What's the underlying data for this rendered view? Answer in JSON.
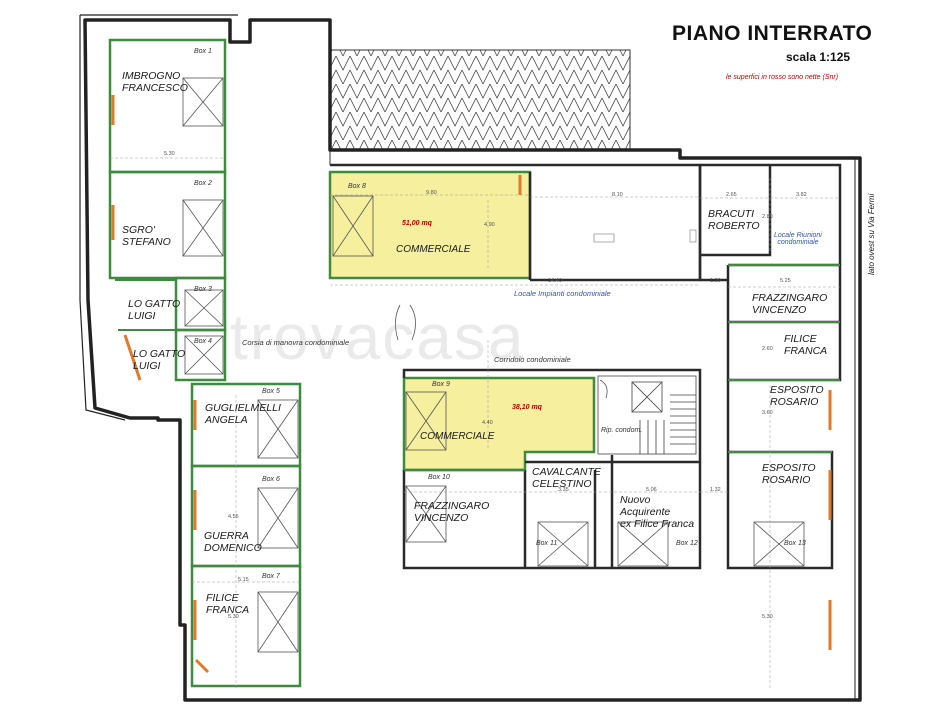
{
  "header": {
    "title": "PIANO  INTERRATO",
    "scale": "scala 1:125",
    "note": "le superfici in rosso sono nette (Snr)",
    "side_label": "lato ovest su Via Fermi"
  },
  "watermark": "trovacasa",
  "colors": {
    "wall": "#2a2a2a",
    "box_wall": "#3e8a3e",
    "commercial_fill": "#f5ef9e",
    "door_mark": "#e07a2a",
    "area_text": "#c00000"
  },
  "boxes": {
    "box1": "Box 1",
    "box2": "Box 2",
    "box3": "Box 3",
    "box4": "Box 4",
    "box5": "Box 5",
    "box6": "Box 6",
    "box7": "Box 7",
    "box8": "Box 8",
    "box9": "Box 9",
    "box10": "Box 10",
    "box11": "Box 11",
    "box12": "Box 12",
    "box13": "Box 13"
  },
  "owners": {
    "imbrogno": [
      "IMBROGNO",
      "FRANCESCO"
    ],
    "sgro": [
      "SGRO'",
      "STEFANO"
    ],
    "logatto1": [
      "LO GATTO",
      "LUIGI"
    ],
    "logatto2": [
      "LO GATTO",
      "LUIGI"
    ],
    "guglielmelli": [
      "GUGLIELMELLI",
      "ANGELA"
    ],
    "guerra": [
      "GUERRA",
      "DOMENICO"
    ],
    "filice_left": [
      "FILICE",
      "FRANCA"
    ],
    "frazz_center": [
      "FRAZZINGARO",
      "VINCENZO"
    ],
    "cavalcante": [
      "CAVALCANTE",
      "CELESTINO"
    ],
    "nuovo": [
      "Nuovo",
      "Acquirente",
      "ex Filice Franca"
    ],
    "bracuti": [
      "BRACUTI",
      "ROBERTO"
    ],
    "frazz_right": [
      "FRAZZINGARO",
      "VINCENZO"
    ],
    "filice_right": [
      "FILICE",
      "FRANCA"
    ],
    "esposito1": [
      "ESPOSITO",
      "ROSARIO"
    ],
    "esposito2": [
      "ESPOSITO",
      "ROSARIO"
    ]
  },
  "commercial": {
    "upper_label": "COMMERCIALE",
    "upper_area": "51,00 mq",
    "lower_label": "COMMERCIALE",
    "lower_area": "38,10 mq"
  },
  "common_areas": {
    "corsia": "Corsia di manovra condominiale",
    "impianti": "Locale  Impianti  condominiale",
    "corridoio": "Corridoio  condominiale",
    "riunioni": [
      "Locale  Riunioni",
      "condominiale"
    ],
    "ripostiglio": "Rip. condom."
  },
  "dimensions": {
    "d530a": "5.30",
    "d530b": "5.30",
    "d530c": "5.30",
    "d515": "5.15",
    "d980": "9.80",
    "d810": "8.10",
    "d1440": "14.40",
    "d120": "1.20",
    "d265": "2.65",
    "d382": "3.82",
    "d525": "5.25",
    "d490": "4.90",
    "d335": "3.35",
    "d506": "5.06",
    "d132": "1.32",
    "d455": "4.55",
    "d440": "4.40",
    "d360": "3.60",
    "d260": "2.60",
    "d280": "2.80"
  }
}
